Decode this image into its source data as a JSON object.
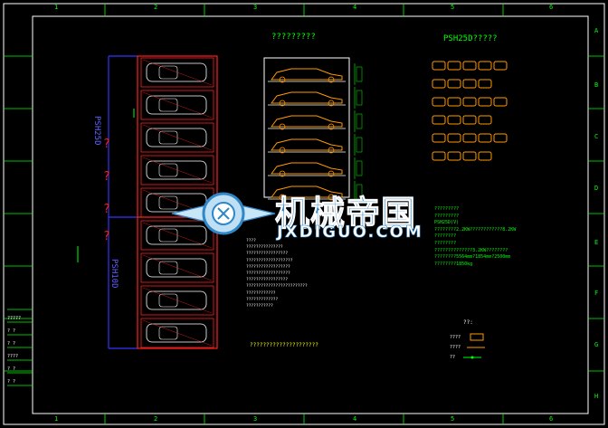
{
  "frame": {
    "cols_top": [
      "1",
      "2",
      "3",
      "4",
      "5",
      "6"
    ],
    "cols_bottom": [
      "1",
      "2",
      "3",
      "4",
      "5",
      "6"
    ],
    "rows_right": [
      "A",
      "B",
      "C",
      "D",
      "E",
      "F",
      "G",
      "H"
    ]
  },
  "labels": {
    "center_title": "?????????",
    "right_title": "PSH25D?????",
    "left_label_top": "PSH25D",
    "left_label_bottom": "PSH10D",
    "bottom_center_text": "?????????????????????",
    "question_mark": "?"
  },
  "specs_green": [
    "?????????",
    "?????????",
    "PSH25D(V)",
    "????????2.2KW????????????8.2KW",
    "????????",
    "????????",
    "??????????????3.2KW????????",
    "????????5564mm?1854mm?2500mm",
    "????????1850kg"
  ],
  "notes_white": [
    "????",
    "???????????????",
    "?????????????????",
    "???????????????????",
    "??????????????????",
    "??????????????????",
    "?????????????????",
    "?????????????????????????",
    "????????????",
    "?????????????",
    "???????????"
  ],
  "legend": {
    "title": "??:",
    "rows": [
      "????",
      "????",
      "??"
    ]
  },
  "title_block": {
    "rows": [
      "?????",
      "? ?",
      "? ?",
      "????",
      "? ?",
      "? ?"
    ]
  },
  "watermark": {
    "cn": "机械帝国",
    "en": "JXDIGUO.COM"
  },
  "colors": {
    "frame": "#ffffff",
    "grid": "#00ff00",
    "car": "#ff9900",
    "red": "#ff2020",
    "blue": "#3333ff",
    "white": "#ffffff",
    "watermark_blue": "#3a8fd0"
  }
}
